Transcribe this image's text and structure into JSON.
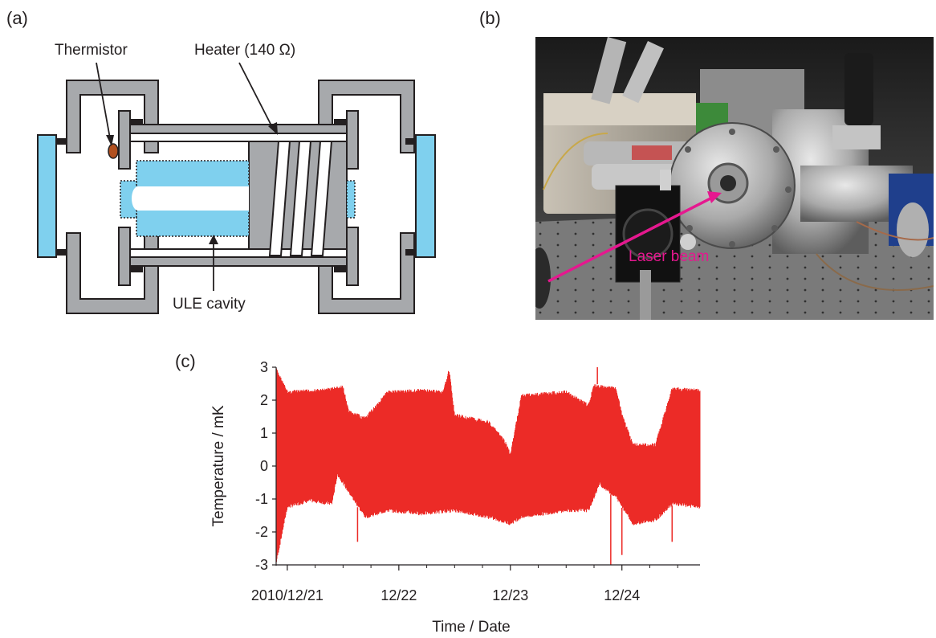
{
  "figure": {
    "panel_a": {
      "label": "(a)",
      "thermistor_label": "Thermistor",
      "heater_label": "Heater (140 Ω)",
      "cavity_label": "ULE cavity"
    },
    "panel_b": {
      "label": "(b)",
      "beam_label": "Laser beam"
    },
    "panel_c": {
      "label": "(c)"
    }
  },
  "colors": {
    "frame_gray": "#a7a9ac",
    "cavity_blue": "#7fd0ee",
    "trace_red": "#ec2b27",
    "thermistor_brown": "#b2501f",
    "beam_magenta": "#e5188f",
    "outline": "#231f20"
  },
  "chart_data": {
    "type": "line",
    "xlabel": "Time / Date",
    "ylabel": "Temperature / mK",
    "ylim": [
      -3,
      3
    ],
    "yticks": [
      3,
      2,
      1,
      0,
      -1,
      -2,
      -3
    ],
    "xticks": [
      {
        "label": "2010/12/21",
        "day": 0
      },
      {
        "label": "12/22",
        "day": 1
      },
      {
        "label": "12/23",
        "day": 2
      },
      {
        "label": "12/24",
        "day": 3
      }
    ],
    "xlim_days": [
      -0.1,
      3.7
    ],
    "grid": false,
    "series": [
      {
        "envelope_upper": [
          [
            -0.1,
            3.0
          ],
          [
            0.0,
            2.3
          ],
          [
            0.3,
            2.35
          ],
          [
            0.5,
            2.45
          ],
          [
            0.55,
            1.7
          ],
          [
            0.7,
            1.5
          ],
          [
            0.9,
            2.3
          ],
          [
            1.2,
            2.35
          ],
          [
            1.4,
            2.3
          ],
          [
            1.45,
            3.0
          ],
          [
            1.5,
            1.6
          ],
          [
            1.8,
            1.4
          ],
          [
            1.95,
            0.8
          ],
          [
            2.0,
            0.4
          ],
          [
            2.1,
            2.2
          ],
          [
            2.5,
            2.3
          ],
          [
            2.7,
            1.9
          ],
          [
            2.75,
            2.5
          ],
          [
            2.95,
            2.4
          ],
          [
            3.0,
            1.6
          ],
          [
            3.1,
            0.7
          ],
          [
            3.3,
            0.7
          ],
          [
            3.45,
            2.4
          ],
          [
            3.7,
            2.35
          ]
        ],
        "envelope_lower": [
          [
            -0.1,
            -3.0
          ],
          [
            0.0,
            -1.3
          ],
          [
            0.2,
            -1.1
          ],
          [
            0.4,
            -1.2
          ],
          [
            0.45,
            -0.3
          ],
          [
            0.6,
            -1.1
          ],
          [
            0.7,
            -1.6
          ],
          [
            0.9,
            -1.4
          ],
          [
            1.2,
            -1.5
          ],
          [
            1.5,
            -1.4
          ],
          [
            1.8,
            -1.6
          ],
          [
            2.0,
            -1.8
          ],
          [
            2.1,
            -1.6
          ],
          [
            2.5,
            -1.4
          ],
          [
            2.7,
            -1.4
          ],
          [
            2.8,
            -0.6
          ],
          [
            2.95,
            -1.0
          ],
          [
            3.1,
            -1.8
          ],
          [
            3.3,
            -1.7
          ],
          [
            3.45,
            -1.2
          ],
          [
            3.7,
            -1.3
          ]
        ],
        "spikes": [
          [
            0.63,
            -2.3
          ],
          [
            1.45,
            3.0
          ],
          [
            2.78,
            3.0
          ],
          [
            2.9,
            -3.0
          ],
          [
            3.0,
            -2.7
          ],
          [
            3.45,
            -2.3
          ]
        ]
      }
    ]
  }
}
